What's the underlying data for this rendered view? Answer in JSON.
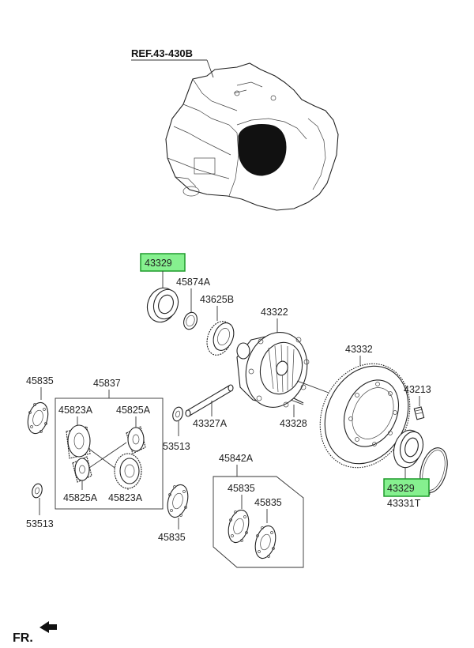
{
  "reference": "REF.43-430B",
  "direction": "FR.",
  "highlight_color": "#86f08f",
  "parts": {
    "bearing_top": "43329",
    "seal_45874A": "45874A",
    "gear_43625B": "43625B",
    "case_43322": "43322",
    "ring_gear": "43332",
    "bolt": "43213",
    "bearing_bottom": "43329",
    "snap_ring": "43331T",
    "pin_43328": "43328",
    "shaft_43327A": "43327A",
    "washer_53513_center": "53513",
    "kit_45837": "45837",
    "pinion_45823A_top": "45823A",
    "side_45825A_top": "45825A",
    "side_45825A_bottom": "45825A",
    "pinion_45823A_bottom": "45823A",
    "washer_45835_topleft": "45835",
    "washer_53513_left": "53513",
    "washer_45835_bottom": "45835",
    "kit_45842A": "45842A",
    "kit_45835_a": "45835",
    "kit_45835_b": "45835"
  }
}
